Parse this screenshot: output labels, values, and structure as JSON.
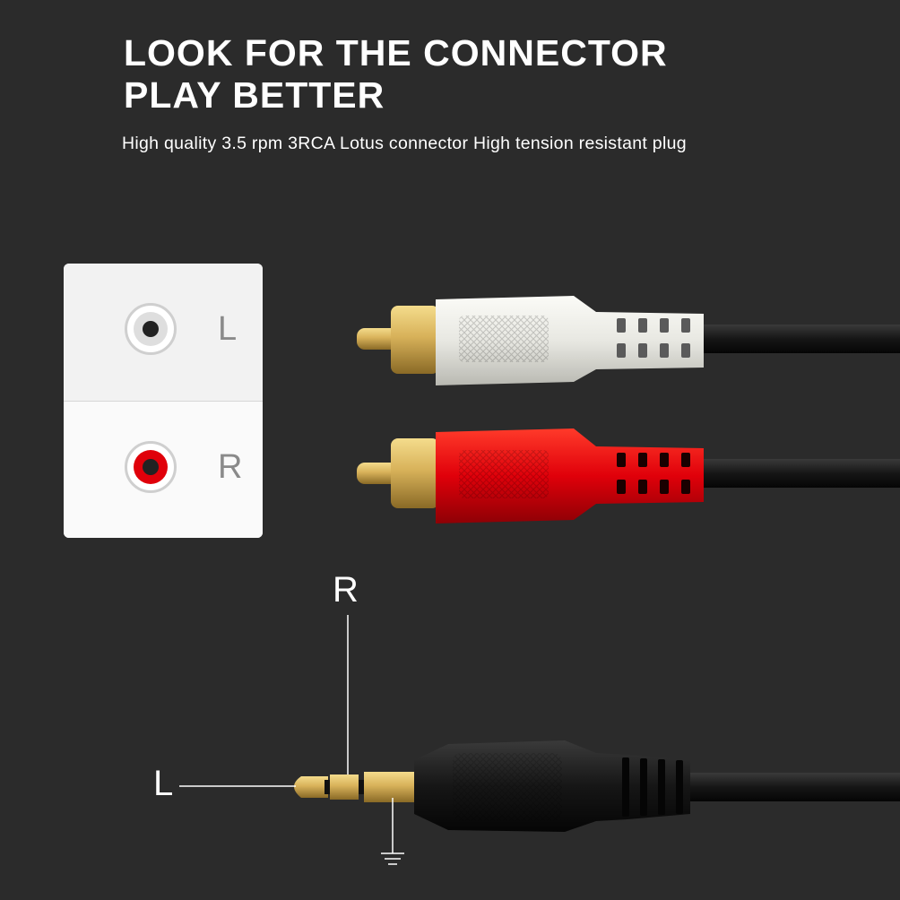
{
  "headline": {
    "line1": "LOOK FOR THE CONNECTOR",
    "line2": "PLAY BETTER"
  },
  "subtitle": "High quality 3.5 rpm 3RCA Lotus connector High tension resistant plug",
  "panel": {
    "left_label": "L",
    "right_label": "R"
  },
  "plug_labels": {
    "tip": "L",
    "ring": "R"
  },
  "colors": {
    "background": "#2b2b2b",
    "left_plug": "#e8e8e2",
    "right_plug": "#e0000a",
    "gold": "#d8b25a"
  }
}
